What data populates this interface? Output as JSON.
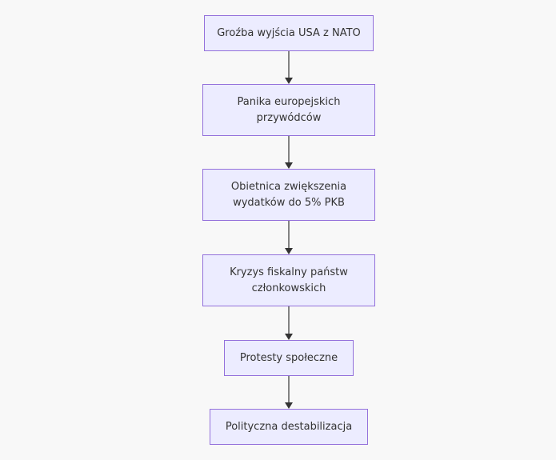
{
  "diagram": {
    "type": "flowchart",
    "direction": "top-down",
    "nodes": [
      {
        "id": "n1",
        "label": "Groźba wyjścia USA z NATO"
      },
      {
        "id": "n2",
        "label": "Panika europejskich przywódców"
      },
      {
        "id": "n3",
        "label": "Obietnica zwiększenia wydatków do 5% PKB"
      },
      {
        "id": "n4",
        "label": "Kryzys fiskalny państw członkowskich"
      },
      {
        "id": "n5",
        "label": "Protesty społeczne"
      },
      {
        "id": "n6",
        "label": "Polityczna destabilizacja"
      }
    ],
    "edges": [
      {
        "from": "n1",
        "to": "n2"
      },
      {
        "from": "n2",
        "to": "n3"
      },
      {
        "from": "n3",
        "to": "n4"
      },
      {
        "from": "n4",
        "to": "n5"
      },
      {
        "from": "n5",
        "to": "n6"
      }
    ],
    "colors": {
      "background": "#f8f8f8",
      "node_fill": "#ececff",
      "node_border": "#9370db",
      "text": "#333333",
      "edge": "#333333"
    }
  }
}
